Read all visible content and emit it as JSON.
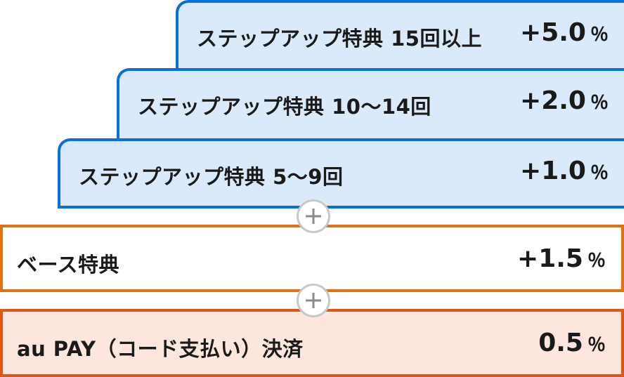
{
  "tiers": [
    {
      "label": "ステップアップ特典 15回以上",
      "value": "+5.0",
      "unit": "％"
    },
    {
      "label": "ステップアップ特典 10〜14回",
      "value": "+2.0",
      "unit": "％"
    },
    {
      "label": "ステップアップ特典 5〜9回",
      "value": "+1.0",
      "unit": "％"
    }
  ],
  "base": {
    "label": "ベース特典",
    "value": "+1.5",
    "unit": "％"
  },
  "payment": {
    "label": "au PAY（コード支払い）決済",
    "value": "0.5",
    "unit": "％"
  },
  "icons": {
    "plus": "plus-icon"
  },
  "colors": {
    "tier_fill": "#dbeafb",
    "tier_border": "#0a6fd8",
    "base_border": "#e1700f",
    "payment_fill": "#fde6dd",
    "payment_border": "#e1560f"
  }
}
